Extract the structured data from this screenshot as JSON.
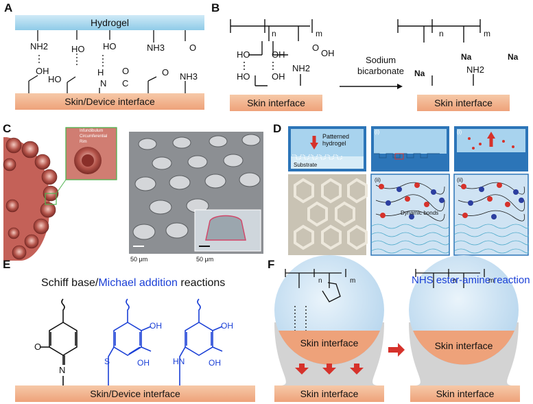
{
  "panels": {
    "A": {
      "label": "A",
      "hydrogel_label": "Hydrogel",
      "interface_label": "Skin/Device interface",
      "groups_top": [
        "NH2",
        "HO",
        "HO",
        "NH3",
        "O"
      ],
      "groups_bottom": [
        "OH",
        "HO",
        "H",
        "N",
        "C",
        "O",
        "O",
        "NH3"
      ]
    },
    "B": {
      "label": "B",
      "subscript_n": "n",
      "subscript_m": "m",
      "reagent_line1": "Sodium",
      "reagent_line2": "bicarbonate",
      "interface_left": "Skin interface",
      "interface_right": "Skin interface",
      "na_label": "Na",
      "groups": [
        "HO",
        "OH",
        "NH2",
        "O",
        "OH",
        "HO",
        "OH",
        "NH2"
      ]
    },
    "C": {
      "label": "C",
      "inset_line1": "Infundibulum",
      "inset_line2": "Circumferential",
      "inset_line3": "Rim",
      "scale_left": "50 μm",
      "scale_right": "50 μm"
    },
    "D": {
      "label": "D",
      "patterned_line1": "Patterned",
      "patterned_line2": "hydrogel",
      "substrate_label": "Substrate",
      "step_i": "(i)",
      "step_i2": "(i)",
      "step_ii": "(ii)",
      "step_ii2": "(ii)",
      "dynamic_bonds": "Dynamic bonds"
    },
    "E": {
      "label": "E",
      "title_part1": "Schiff base/",
      "title_part2": "Michael addition",
      "title_part3": " reactions",
      "interface_label": "Skin/Device interface",
      "oh1": "OH",
      "oh2": "OH",
      "oh3": "OH",
      "oh4": "OH",
      "s_label": "S",
      "hn_label": "HN",
      "o_label": "O",
      "n_label": "N"
    },
    "F": {
      "label": "F",
      "title": "NHS ester-amine reaction",
      "interface_left_inner": "Skin interface",
      "interface_left_bottom": "Skin interface",
      "interface_right_inner": "Skin interface",
      "interface_right_bottom": "Skin interface",
      "subscript_n": "n",
      "subscript_m": "m"
    }
  },
  "colors": {
    "hydrogel": "#a9d8ee",
    "skin": "#f2b58f",
    "blue_text": "#1a3fd6",
    "red_arrow": "#d6322b",
    "sphere": "#d8e9f5"
  }
}
